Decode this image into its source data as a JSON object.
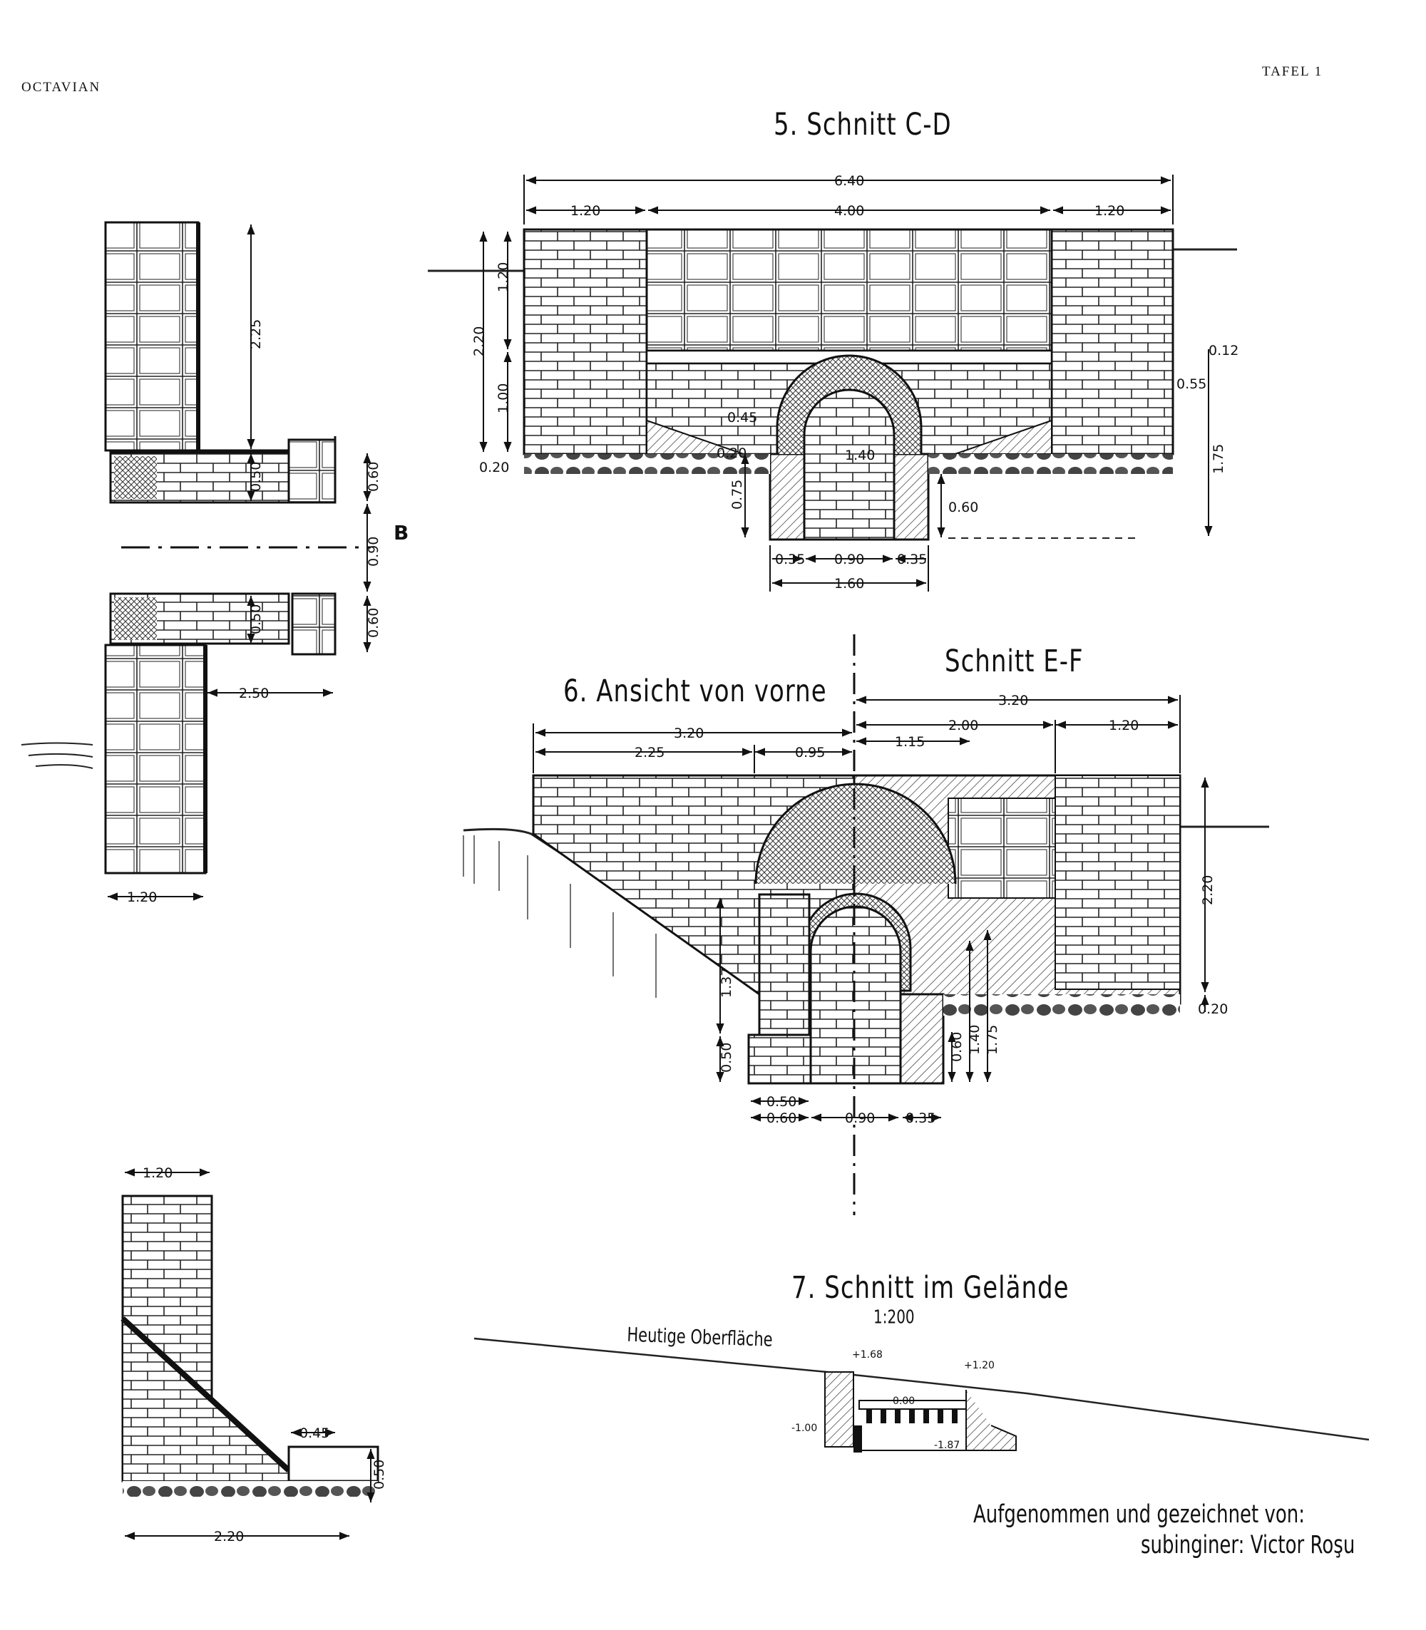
{
  "header": {
    "left": "OCTAVIAN",
    "right": "TAFEL 1"
  },
  "section5": {
    "title": "5. Schnitt C-D",
    "dims": {
      "total": "6.40",
      "left": "1.20",
      "middle": "4.00",
      "right": "1.20",
      "h_total": "2.20",
      "h_upper": "1.20",
      "h_lower": "1.00",
      "base": "0.20",
      "r_012": "0.12",
      "r_055": "0.55",
      "r_175": "1.75",
      "ch_045": "0.45",
      "ch_020": "0.20",
      "ch_140": "1.40",
      "ch_075": "0.75",
      "ch_060": "0.60",
      "b_035a": "0.35",
      "b_090": "0.90",
      "b_035b": "0.35",
      "b_160": "1.60"
    }
  },
  "section6": {
    "title": "6. Ansicht von vorne",
    "cut_title": "Schnitt E-F",
    "dims": {
      "left_total": "3.20",
      "left_a": "2.25",
      "left_b": "0.95",
      "right_total": "3.20",
      "right_a": "2.00",
      "right_b": "1.20",
      "right_c": "1.15",
      "h_220": "2.20",
      "base_020": "0.20",
      "v_137": "1.37",
      "v_050": "0.50",
      "v_060": "0.60",
      "v_140": "1.40",
      "v_175": "1.75",
      "b_050": "0.50",
      "b_060": "0.60",
      "b_090": "0.90",
      "b_035": "0.35"
    }
  },
  "plan": {
    "dims": {
      "d_225": "2.25",
      "d_050a": "0.50",
      "d_060a": "0.60",
      "d_090": "0.90",
      "d_050b": "0.50",
      "d_060b": "0.60",
      "d_250": "2.50",
      "d_120": "1.20",
      "axis": "B"
    }
  },
  "lower_left": {
    "dims": {
      "top": "1.20",
      "d_045": "0.45",
      "d_050": "0.50",
      "bottom": "2.20"
    }
  },
  "section7": {
    "title": "7. Schnitt im Gelände",
    "scale": "1:200",
    "surface_label": "Heutige Oberfläche",
    "levels": {
      "l_168": "+1.68",
      "l_120": "+1.20",
      "l_000": "0.00",
      "l_m100": "-1.00",
      "l_m187": "-1.87"
    }
  },
  "credit": {
    "line1": "Aufgenommen und gezeichnet von:",
    "line2": "subinginer: Victor Roşu"
  }
}
